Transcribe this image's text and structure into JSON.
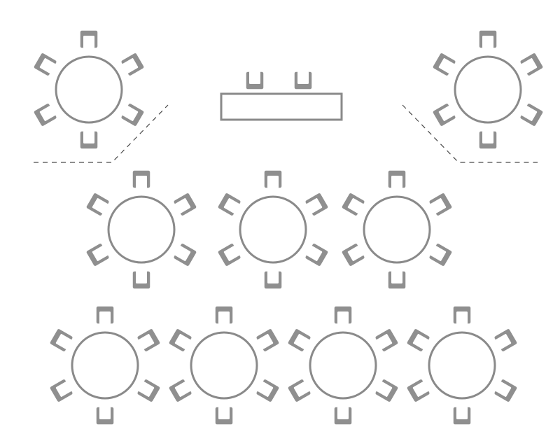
{
  "floor_plan": {
    "colors": {
      "furniture": "#8a8a8a",
      "chair_fill": "#8f8f8f",
      "divider": "#4a4a4a",
      "background": "#ffffff"
    },
    "head_table": {
      "chairs": 2
    },
    "round_tables": [
      {
        "name": "corner-left",
        "chairs": 6
      },
      {
        "name": "corner-right",
        "chairs": 6
      },
      {
        "name": "middle-row-1",
        "chairs": 6
      },
      {
        "name": "middle-row-2",
        "chairs": 6
      },
      {
        "name": "middle-row-3",
        "chairs": 6
      },
      {
        "name": "back-row-1",
        "chairs": 6
      },
      {
        "name": "back-row-2",
        "chairs": 6
      },
      {
        "name": "back-row-3",
        "chairs": 6
      },
      {
        "name": "back-row-4",
        "chairs": 6
      }
    ],
    "dividers": 2
  }
}
